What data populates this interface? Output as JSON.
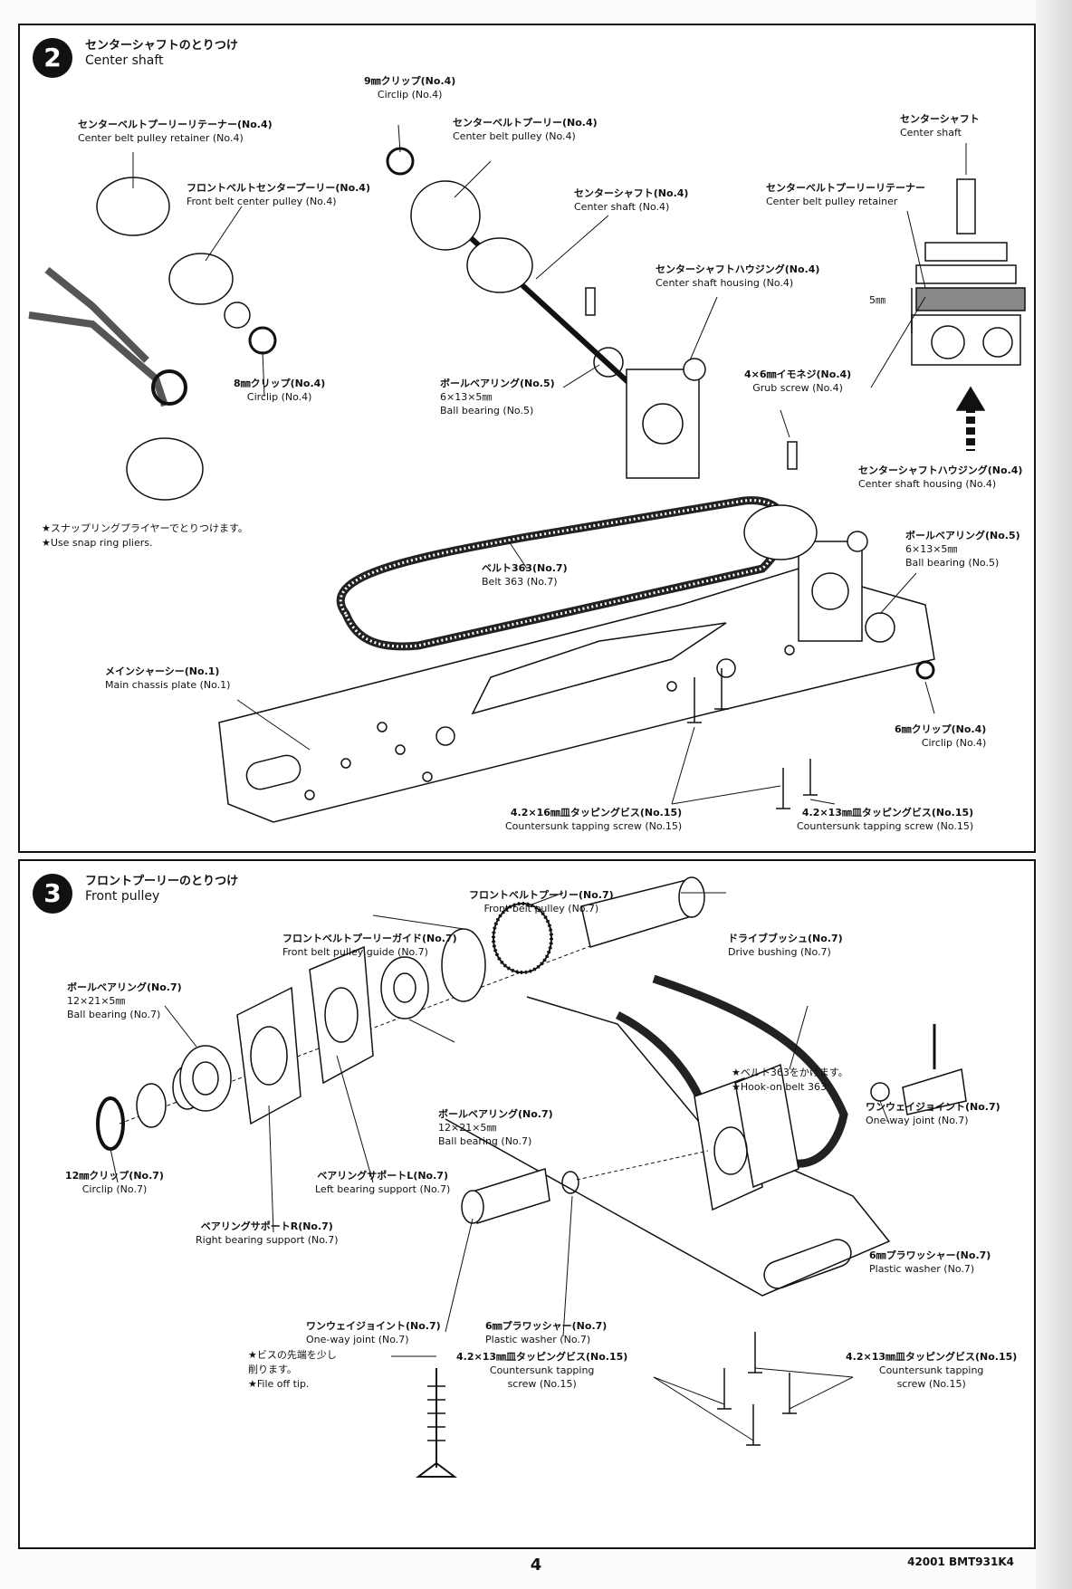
{
  "steps": [
    {
      "number": "2",
      "title_jp": "センターシャフトのとりつけ",
      "title_en": "Center shaft"
    },
    {
      "number": "3",
      "title_jp": "フロントプーリーのとりつけ",
      "title_en": "Front pulley"
    }
  ],
  "step2": {
    "clip9": {
      "jp": "9㎜クリップ(No.4)",
      "en": "Circlip (No.4)"
    },
    "retainer": {
      "jp": "センターベルトプーリーリテーナー(No.4)",
      "en": "Center belt pulley retainer (No.4)"
    },
    "front_center_pulley": {
      "jp": "フロントベルトセンタープーリー(No.4)",
      "en": "Front belt center pulley (No.4)"
    },
    "center_pulley": {
      "jp": "センターベルトプーリー(No.4)",
      "en": "Center belt pulley (No.4)"
    },
    "center_shaft": {
      "jp": "センターシャフト(No.4)",
      "en": "Center shaft (No.4)"
    },
    "shaft_housing": {
      "jp": "センターシャフトハウジング(No.4)",
      "en": "Center shaft housing (No.4)"
    },
    "detail_shaft": {
      "jp": "センターシャフト",
      "en": "Center shaft"
    },
    "detail_retainer": {
      "jp": "センターベルトプーリーリテーナー",
      "en": "Center belt pulley retainer"
    },
    "detail_dim": "5㎜",
    "clip8": {
      "jp": "8㎜クリップ(No.4)",
      "en": "Circlip (No.4)"
    },
    "bearing_left": {
      "jp": "ボールベアリング(No.5)",
      "size": "6×13×5㎜",
      "en": "Ball bearing (No.5)"
    },
    "grub": {
      "jp": "4×6㎜イモネジ(No.4)",
      "en": "Grub screw (No.4)"
    },
    "pliers_note": {
      "jp": "★スナップリングプライヤーでとりつけます。",
      "en": "★Use snap ring pliers."
    },
    "belt": {
      "jp": "ベルト363(No.7)",
      "en": "Belt 363 (No.7)"
    },
    "shaft_housing_right": {
      "jp": "センターシャフトハウジング(No.4)",
      "en": "Center shaft housing (No.4)"
    },
    "bearing_right": {
      "jp": "ボールベアリング(No.5)",
      "size": "6×13×5㎜",
      "en": "Ball bearing (No.5)"
    },
    "chassis": {
      "jp": "メインシャーシー(No.1)",
      "en": "Main chassis plate (No.1)"
    },
    "clip6": {
      "jp": "6㎜クリップ(No.4)",
      "en": "Circlip (No.4)"
    },
    "screw16": {
      "jp": "4.2×16㎜皿タッピングビス(No.15)",
      "en": "Countersunk tapping screw (No.15)"
    },
    "screw13": {
      "jp": "4.2×13㎜皿タッピングビス(No.15)",
      "en": "Countersunk tapping screw (No.15)"
    }
  },
  "step3": {
    "front_pulley": {
      "jp": "フロントベルトプーリー(No.7)",
      "en": "Front belt pulley (No.7)"
    },
    "pulley_guide": {
      "jp": "フロントベルトプーリーガイド(No.7)",
      "en": "Front belt pulley guide (No.7)"
    },
    "drive_bushing": {
      "jp": "ドライブブッシュ(No.7)",
      "en": "Drive bushing (No.7)"
    },
    "bearing_left": {
      "jp": "ボールベアリング(No.7)",
      "size": "12×21×5㎜",
      "en": "Ball bearing (No.7)"
    },
    "bearing_mid": {
      "jp": "ボールベアリング(No.7)",
      "size": "12×21×5㎜",
      "en": "Ball bearing (No.7)"
    },
    "hook_note": {
      "jp": "★ベルト363をかけます。",
      "en": "★Hook-on belt 363"
    },
    "oneway_right": {
      "jp": "ワンウェイジョイント(No.7)",
      "en": "One-way joint (No.7)"
    },
    "clip12": {
      "jp": "12㎜クリップ(No.7)",
      "en": "Circlip (No.7)"
    },
    "support_l": {
      "jp": "ベアリングサポートL(No.7)",
      "en": "Left bearing support (No.7)"
    },
    "support_r": {
      "jp": "ベアリングサポートR(No.7)",
      "en": "Right bearing support (No.7)"
    },
    "washer_right": {
      "jp": "6㎜プラワッシャー(No.7)",
      "en": "Plastic washer (No.7)"
    },
    "oneway_left": {
      "jp": "ワンウェイジョイント(No.7)",
      "en": "One-way joint (No.7)"
    },
    "washer_left": {
      "jp": "6㎜プラワッシャー(No.7)",
      "en": "Plastic washer (No.7)"
    },
    "file_note": {
      "jp1": "★ビスの先端を少し",
      "jp2": "削ります。",
      "en": "★File off tip."
    },
    "screw_left": {
      "jp": "4.2×13㎜皿タッピングビス(No.15)",
      "en1": "Countersunk tapping",
      "en2": "screw (No.15)"
    },
    "screw_right": {
      "jp": "4.2×13㎜皿タッピングビス(No.15)",
      "en1": "Countersunk tapping",
      "en2": "screw (No.15)"
    }
  },
  "footer": {
    "page": "4",
    "code": "42001 BMT931K4"
  }
}
